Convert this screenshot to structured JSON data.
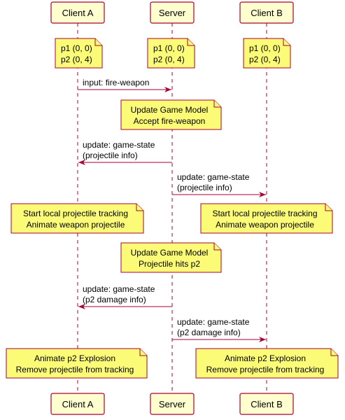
{
  "participants": [
    {
      "id": "A",
      "label": "Client A"
    },
    {
      "id": "S",
      "label": "Server"
    },
    {
      "id": "B",
      "label": "Client B"
    }
  ],
  "initial_notes": [
    {
      "over": "A",
      "lines": [
        "p1 (0, 0)",
        "p2 (0, 4)"
      ]
    },
    {
      "over": "S",
      "lines": [
        "p1 (0, 0)",
        "p2 (0, 4)"
      ]
    },
    {
      "over": "B",
      "lines": [
        "p1 (0, 0)",
        "p2 (0, 4)"
      ]
    }
  ],
  "steps": [
    {
      "kind": "message",
      "from": "A",
      "to": "S",
      "lines": [
        "input: fire-weapon"
      ]
    },
    {
      "kind": "note",
      "over": [
        "S"
      ],
      "lines": [
        "Update Game Model",
        "Accept fire-weapon"
      ]
    },
    {
      "kind": "message",
      "from": "S",
      "to": "A",
      "lines": [
        "update: game-state",
        "(projectile info)"
      ]
    },
    {
      "kind": "message",
      "from": "S",
      "to": "B",
      "lines": [
        "update: game-state",
        "(projectile info)"
      ]
    },
    {
      "kind": "note",
      "over": [
        "A",
        "B"
      ],
      "lines": [
        "Start local projectile tracking",
        "Animate weapon projectile"
      ]
    },
    {
      "kind": "note",
      "over": [
        "S"
      ],
      "lines": [
        "Update Game Model",
        "Projectile hits p2"
      ]
    },
    {
      "kind": "message",
      "from": "S",
      "to": "A",
      "lines": [
        "update: game-state",
        "(p2 damage info)"
      ]
    },
    {
      "kind": "message",
      "from": "S",
      "to": "B",
      "lines": [
        "update: game-state",
        "(p2 damage info)"
      ]
    },
    {
      "kind": "note",
      "over": [
        "A",
        "B"
      ],
      "lines": [
        "Animate p2 Explosion",
        "Remove projectile from tracking"
      ]
    }
  ],
  "colors": {
    "accent": "#A80036",
    "participant_fill": "#FEFECE",
    "note_fill": "#FBFB77"
  }
}
